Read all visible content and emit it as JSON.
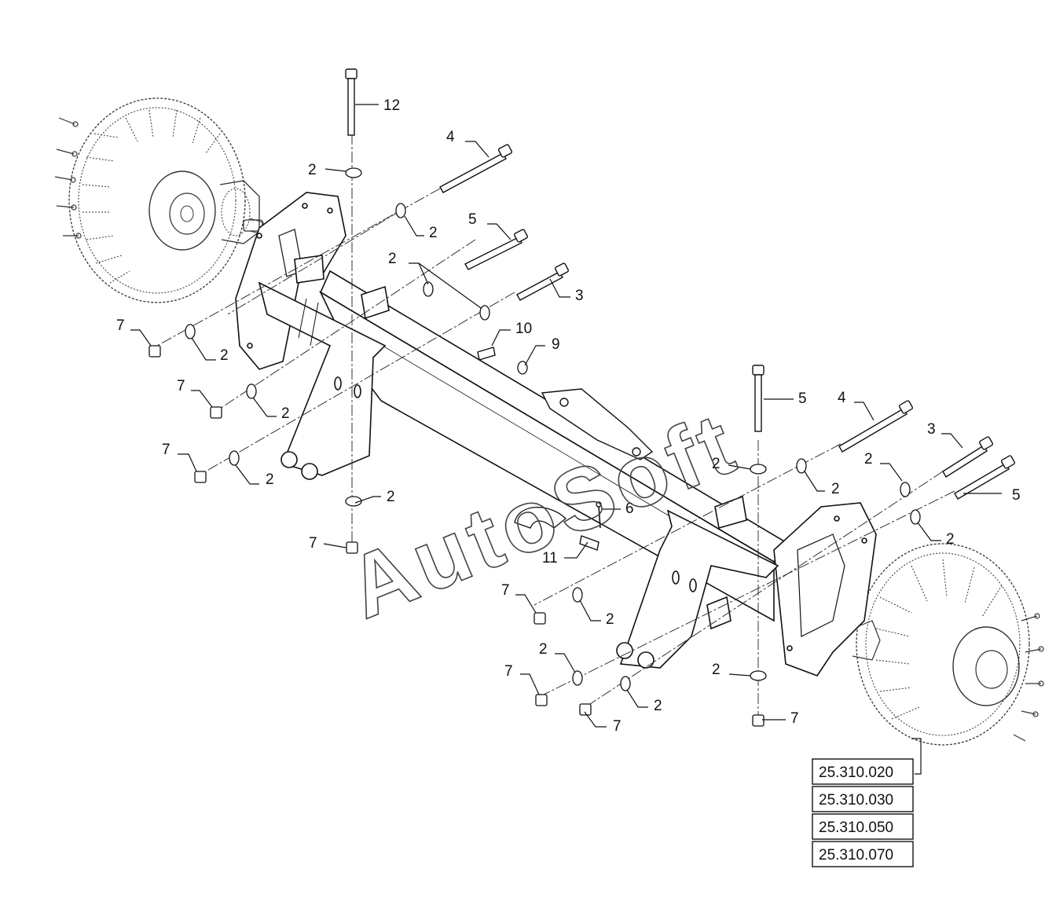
{
  "watermark": "AutoSoft",
  "colors": {
    "line": "#111111",
    "hatch": "#555555",
    "background": "#ffffff"
  },
  "callouts": [
    {
      "id": "c12",
      "label": "12"
    },
    {
      "id": "c2a",
      "label": "2"
    },
    {
      "id": "c4a",
      "label": "4"
    },
    {
      "id": "c2b",
      "label": "2"
    },
    {
      "id": "c5a",
      "label": "5"
    },
    {
      "id": "c2c",
      "label": "2"
    },
    {
      "id": "c3a",
      "label": "3"
    },
    {
      "id": "c10",
      "label": "10"
    },
    {
      "id": "c9",
      "label": "9"
    },
    {
      "id": "c7a",
      "label": "7"
    },
    {
      "id": "c2d",
      "label": "2"
    },
    {
      "id": "c7b",
      "label": "7"
    },
    {
      "id": "c2e",
      "label": "2"
    },
    {
      "id": "c7c",
      "label": "7"
    },
    {
      "id": "c2f",
      "label": "2"
    },
    {
      "id": "c2g",
      "label": "2"
    },
    {
      "id": "c7d",
      "label": "7"
    },
    {
      "id": "c6",
      "label": "6"
    },
    {
      "id": "c11",
      "label": "11"
    },
    {
      "id": "c5b",
      "label": "5"
    },
    {
      "id": "c4b",
      "label": "4"
    },
    {
      "id": "c3b",
      "label": "3"
    },
    {
      "id": "c2h",
      "label": "2"
    },
    {
      "id": "c2i",
      "label": "2"
    },
    {
      "id": "c2j",
      "label": "2"
    },
    {
      "id": "c5c",
      "label": "5"
    },
    {
      "id": "c2k",
      "label": "2"
    },
    {
      "id": "c7e",
      "label": "7"
    },
    {
      "id": "c2l",
      "label": "2"
    },
    {
      "id": "c2m",
      "label": "2"
    },
    {
      "id": "c7f",
      "label": "7"
    },
    {
      "id": "c2n",
      "label": "2"
    },
    {
      "id": "c2o",
      "label": "2"
    },
    {
      "id": "c7g",
      "label": "7"
    },
    {
      "id": "c7h",
      "label": "7"
    }
  ],
  "reference_boxes": [
    "25.310.020",
    "25.310.030",
    "25.310.050",
    "25.310.070"
  ]
}
